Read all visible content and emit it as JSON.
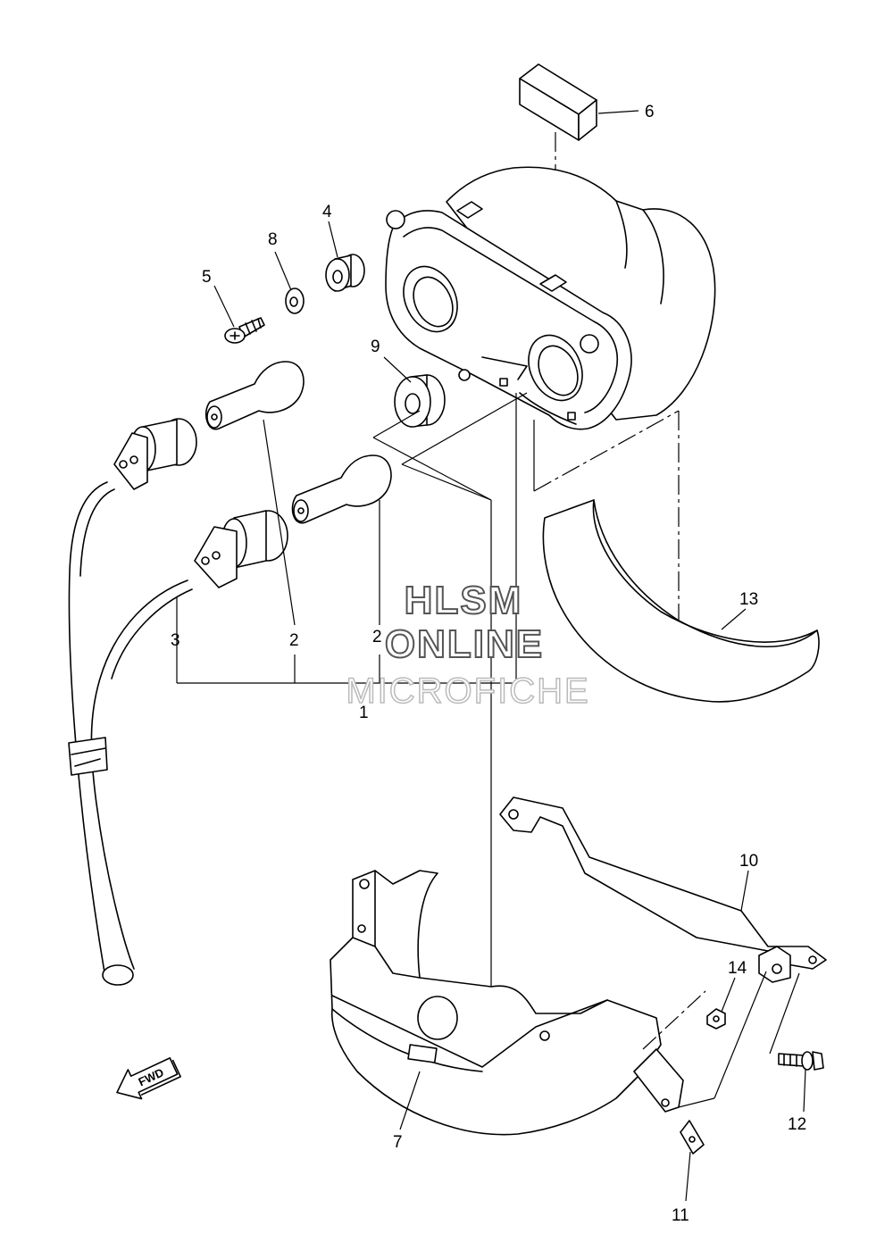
{
  "callouts": [
    {
      "id": "c1",
      "label": "1"
    },
    {
      "id": "c2a",
      "label": "2"
    },
    {
      "id": "c2b",
      "label": "2"
    },
    {
      "id": "c3",
      "label": "3"
    },
    {
      "id": "c4",
      "label": "4"
    },
    {
      "id": "c5",
      "label": "5"
    },
    {
      "id": "c6",
      "label": "6"
    },
    {
      "id": "c7",
      "label": "7"
    },
    {
      "id": "c8",
      "label": "8"
    },
    {
      "id": "c9",
      "label": "9"
    },
    {
      "id": "c10",
      "label": "10"
    },
    {
      "id": "c11",
      "label": "11"
    },
    {
      "id": "c12",
      "label": "12"
    },
    {
      "id": "c13",
      "label": "13"
    },
    {
      "id": "c14",
      "label": "14"
    }
  ],
  "fwd_badge": "FWD",
  "watermark": {
    "line1": "HLSM",
    "line2": "ONLINE",
    "line3": "MICROFICHE"
  }
}
